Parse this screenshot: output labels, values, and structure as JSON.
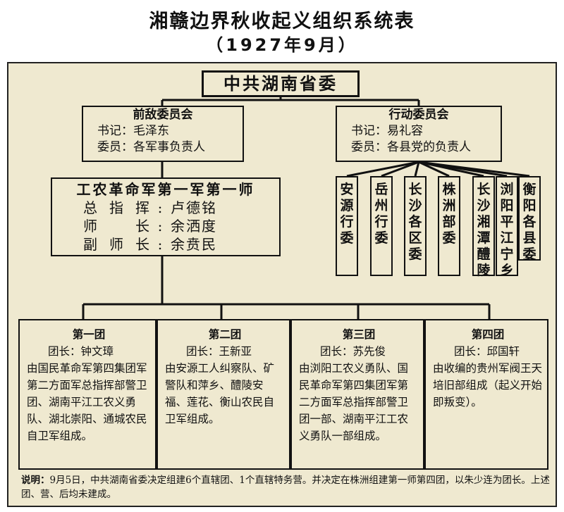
{
  "title": "湘赣边界秋收起义组织系统表",
  "subtitle": "（1927年9月）",
  "root": "中共湖南省委",
  "front_committee": {
    "name": "前敌委员会",
    "secretary": "书记：毛泽东",
    "members": "委员：各军事负责人"
  },
  "action_committee": {
    "name": "行动委员会",
    "secretary": "书记：易礼容",
    "members": "委员：各县党的负责人"
  },
  "army": {
    "name": "工农革命军第一军第一师",
    "rows": [
      {
        "key": "总指挥",
        "colon": ":",
        "value": "卢德铭"
      },
      {
        "key": "师长",
        "colon": ":",
        "value": "余洒度"
      },
      {
        "key": "副师长",
        "colon": ":",
        "value": "余贲民"
      }
    ]
  },
  "action_units": [
    "安源行委",
    "岳州行委",
    "长沙各区委",
    "株洲部委",
    "长沙湘潭醴陵",
    "浏阳平江宁乡",
    "衡阳各县委"
  ],
  "regiments": [
    {
      "name": "第一团",
      "head": "团长：钟文璋",
      "desc": "由国民革命军第四集团军第二方面军总指挥部警卫团、湖南平江工农义勇队、湖北崇阳、通城农民自卫军组成。"
    },
    {
      "name": "第二团",
      "head": "团长：王新亚",
      "desc": "由安源工人纠察队、矿警队和萍乡、醴陵安福、莲花、衡山农民自卫军组成。"
    },
    {
      "name": "第三团",
      "head": "团长：苏先俊",
      "desc": "由浏阳工农义勇队、国民革命军第四集团军第二方面军总指挥部警卫团一部、湖南平江工农义勇队一部组成。"
    },
    {
      "name": "第四团",
      "head": "团长：邱国轩",
      "desc": "由收编的贵州军阀王天培旧部组成（起义开始即叛变）。"
    }
  ],
  "note": {
    "label": "说明：",
    "text": "9月5日，中共湖南省委决定组建6个直辖团、1个直辖特务营。并决定在株洲组建第一师第四团，以朱少连为团长。上述团、营、后均未建成。"
  },
  "colors": {
    "panel": "#efe9d0",
    "line": "#111111"
  }
}
